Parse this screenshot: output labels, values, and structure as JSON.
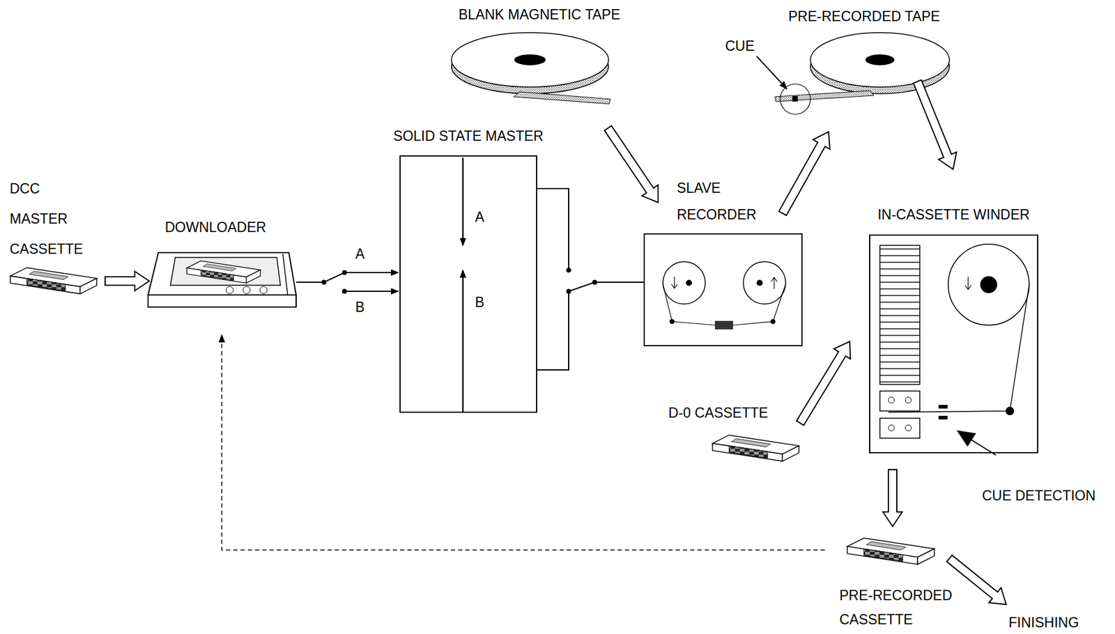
{
  "diagram": {
    "nodes": [
      {
        "text": [
          "DCC MASTER CASSETTE"
        ]
      },
      {
        "text": [
          "DOWNLOADER"
        ]
      },
      {
        "text": [
          "SOLID STATE MASTER"
        ]
      },
      {
        "text": [
          "BLANK MAGNETIC TAPE"
        ]
      },
      {
        "text": [
          "SLAVE RECORDER"
        ]
      },
      {
        "text": [
          "PRE-RECORDED TAPE"
        ]
      },
      {
        "text": [
          "IN-CASSETTE WINDER"
        ]
      },
      {
        "text": [
          "D-0 CASSETTE"
        ]
      },
      {
        "text": [
          "PRE-RECORDED CASSETTE"
        ]
      }
    ],
    "edges": [
      {
        "from": 0,
        "to": 1,
        "arrow": "to"
      },
      {
        "from": 1,
        "to": 2,
        "label": "A",
        "arrow": "to"
      },
      {
        "from": 1,
        "to": 2,
        "label": "B",
        "arrow": "to"
      },
      {
        "from": 2,
        "to": 4,
        "arrow": "none"
      },
      {
        "from": 3,
        "to": 4,
        "arrow": "to"
      },
      {
        "from": 4,
        "to": 5,
        "arrow": "to"
      },
      {
        "from": 5,
        "to": 6,
        "arrow": "to"
      },
      {
        "from": 7,
        "to": 6,
        "arrow": "to"
      },
      {
        "from": 6,
        "to": 8,
        "arrow": "to"
      },
      {
        "from": 8,
        "to": 1,
        "arrow": "to"
      }
    ],
    "labels": [
      "A",
      "B",
      "CUE",
      "CUE DETECTION",
      "FINISHING"
    ]
  }
}
